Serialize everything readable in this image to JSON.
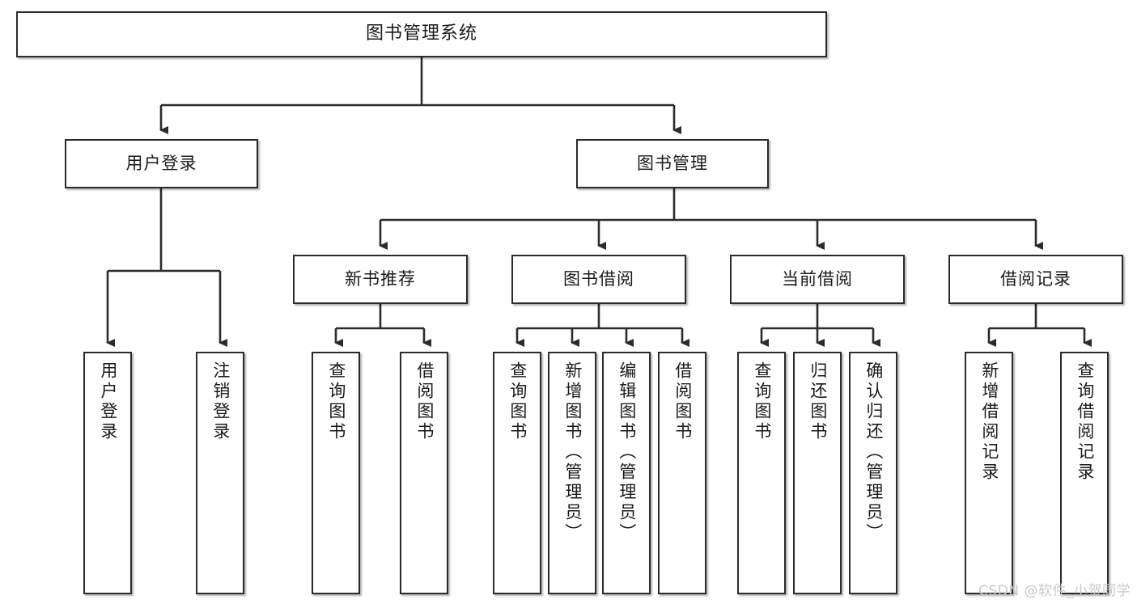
{
  "diagram": {
    "type": "tree-hierarchy",
    "title": "图书管理系统",
    "root": {
      "id": "root",
      "label": "图书管理系统"
    },
    "level2": [
      {
        "id": "user-login",
        "label": "用户登录"
      },
      {
        "id": "book-manage",
        "label": "图书管理"
      }
    ],
    "level3": [
      {
        "id": "new-book-recommend",
        "label": "新书推荐",
        "parent": "book-manage"
      },
      {
        "id": "book-borrow",
        "label": "图书借阅",
        "parent": "book-manage"
      },
      {
        "id": "current-borrow",
        "label": "当前借阅",
        "parent": "book-manage"
      },
      {
        "id": "borrow-record",
        "label": "借阅记录",
        "parent": "book-manage"
      }
    ],
    "leaves": {
      "user_login": [
        {
          "id": "leaf-user-login",
          "label": "用户登录"
        },
        {
          "id": "leaf-logout-login",
          "label": "注销登录"
        }
      ],
      "new_book_recommend": [
        {
          "id": "leaf-query-book-1",
          "label": "查询图书"
        },
        {
          "id": "leaf-borrow-book-1",
          "label": "借阅图书"
        }
      ],
      "book_borrow": [
        {
          "id": "leaf-query-book-2",
          "label": "查询图书"
        },
        {
          "id": "leaf-add-book",
          "label": "新增图书（管理员）"
        },
        {
          "id": "leaf-edit-book",
          "label": "编辑图书（管理员）"
        },
        {
          "id": "leaf-borrow-book-2",
          "label": "借阅图书"
        }
      ],
      "current_borrow": [
        {
          "id": "leaf-query-book-3",
          "label": "查询图书"
        },
        {
          "id": "leaf-return-book",
          "label": "归还图书"
        },
        {
          "id": "leaf-confirm-return",
          "label": "确认归还（管理员）"
        }
      ],
      "borrow_record": [
        {
          "id": "leaf-add-record",
          "label": "新增借阅记录"
        },
        {
          "id": "leaf-query-record",
          "label": "查询借阅记录"
        }
      ]
    }
  },
  "watermark": {
    "text": "CSDN @软件_小贺同学"
  },
  "colors": {
    "box_border": "#2b2b2b",
    "box_fill": "#ffffff",
    "line": "#2b2b2b",
    "text": "#1a1a1a",
    "watermark": "#c9c9c9",
    "background": "#ffffff"
  }
}
